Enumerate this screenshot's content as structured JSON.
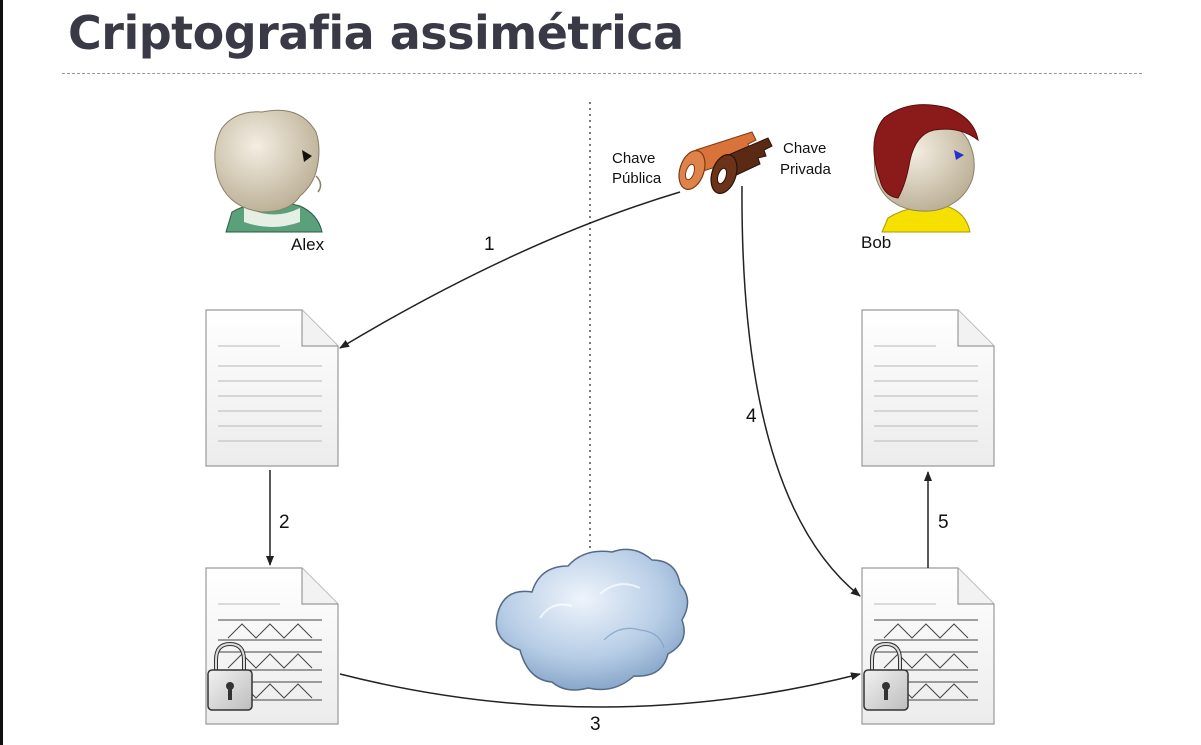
{
  "title": "Criptografia assimétrica",
  "people": {
    "alex": "Alex",
    "bob": "Bob"
  },
  "keys": {
    "public_line1": "Chave",
    "public_line2": "Pública",
    "private_line1": "Chave",
    "private_line2": "Privada"
  },
  "steps": [
    "1",
    "2",
    "3",
    "4",
    "5"
  ],
  "colors": {
    "title": "#3a3a46",
    "public_key": "#d9733a",
    "private_key": "#5a2a14",
    "bob_hair": "#8b1a1a",
    "bob_collar": "#f5e000",
    "alex_collar": "#5aa07a",
    "cloud": "#a8c4e0"
  }
}
